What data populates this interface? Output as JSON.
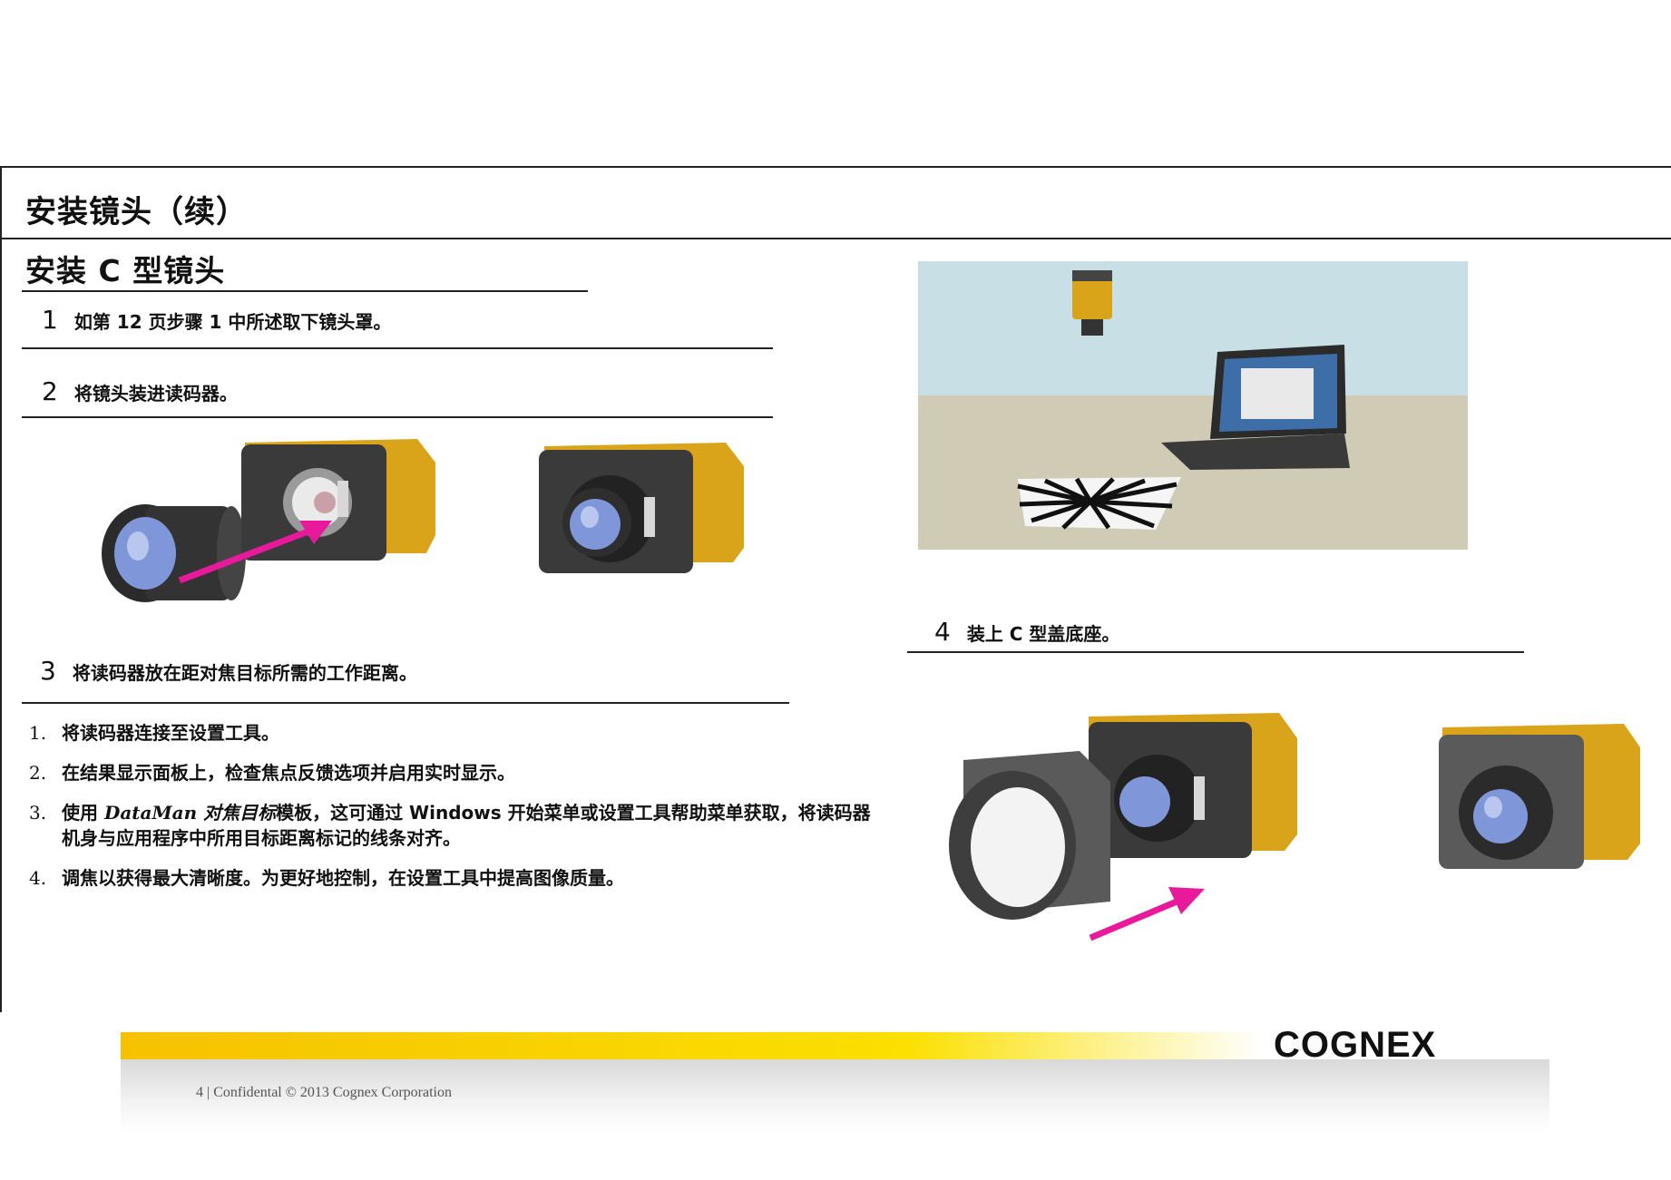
{
  "page": {
    "title": "安装镜头（续）",
    "subtitle": "安装 C 型镜头"
  },
  "steps": [
    {
      "num": "1",
      "text": "如第 12 页步骤 1 中所述取下镜头罩。"
    },
    {
      "num": "2",
      "text": "将镜头装进读码器。"
    },
    {
      "num": "3",
      "text": "将读码器放在距对焦目标所需的工作距离。"
    },
    {
      "num": "4",
      "text": "装上 C 型盖底座。"
    }
  ],
  "list": [
    {
      "n": "1.",
      "text": "将读码器连接至设置工具。"
    },
    {
      "n": "2.",
      "text": "在结果显示面板上，检查焦点反馈选项并启用实时显示。"
    },
    {
      "n": "3.",
      "pre": "使用 ",
      "em": "DataMan 对焦目标",
      "post": "模板，这可通过 Windows 开始菜单或设置工具帮助菜单获取，将读码器机身与应用程序中所用目标距离标记的线条对齐。"
    },
    {
      "n": "4.",
      "text": "调焦以获得最大清晰度。为更好地控制，在设置工具中提高图像质量。"
    }
  ],
  "footer": {
    "text": "4 | Confidental  © 2013 Cognex Corporation",
    "logo": "COGNEX"
  },
  "colors": {
    "arrow": "#e8199b",
    "camera_body": "#d9a31a",
    "camera_face": "#3a3a3a",
    "lens_glass": "#7f97d8"
  }
}
